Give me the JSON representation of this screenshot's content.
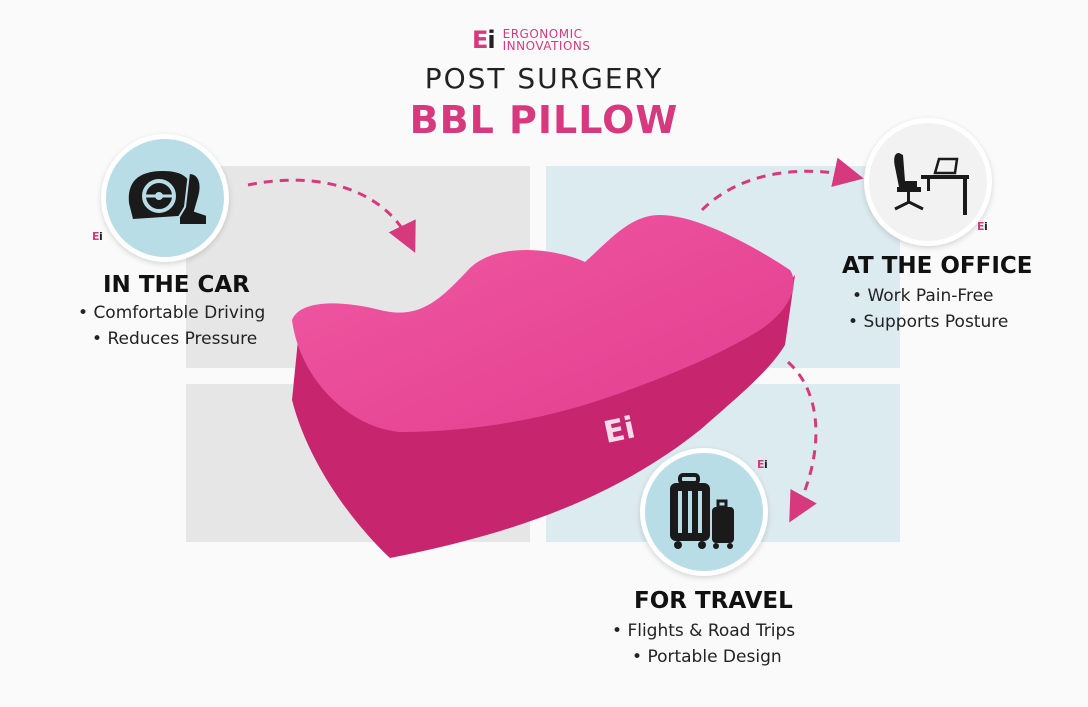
{
  "brand": {
    "logo": "Ei",
    "name_line1": "ERGONOMIC",
    "name_line2": "INNOVATIONS"
  },
  "title": {
    "line1": "POST SURGERY",
    "line2": "BBL PILLOW"
  },
  "features": [
    {
      "heading": "IN THE CAR",
      "bullets": [
        "Comfortable Driving",
        "Reduces Pressure"
      ],
      "icon": "car-seat-icon"
    },
    {
      "heading": "AT THE OFFICE",
      "bullets": [
        "Work Pain-Free",
        "Supports Posture"
      ],
      "icon": "office-desk-icon"
    },
    {
      "heading": "FOR TRAVEL",
      "bullets": [
        "Flights & Road Trips",
        "Portable Design"
      ],
      "icon": "luggage-icon"
    }
  ],
  "pillow_logo": "Ei",
  "colors": {
    "accent": "#d6397e",
    "pillow": "#e8338f",
    "panel_gray": "#e6e6e6",
    "panel_blue": "#dcebf0",
    "circle_blue": "#b9dde6"
  }
}
